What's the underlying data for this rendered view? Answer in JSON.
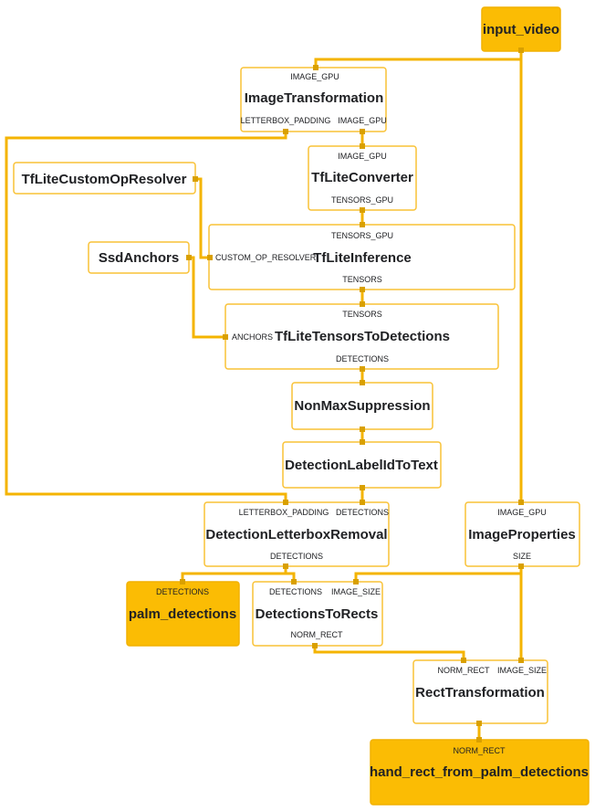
{
  "nodes": [
    {
      "id": "input_video",
      "title": "input_video",
      "kind": "io",
      "ports": []
    },
    {
      "id": "image_transformation",
      "title": "ImageTransformation",
      "kind": "calc",
      "ports": [
        {
          "id": "it_in",
          "label": "IMAGE_GPU"
        },
        {
          "id": "it_lp",
          "label": "LETTERBOX_PADDING"
        },
        {
          "id": "it_out",
          "label": "IMAGE_GPU"
        }
      ]
    },
    {
      "id": "tflite_custom_op_resolver",
      "title": "TfLiteCustomOpResolver",
      "kind": "calc",
      "ports": []
    },
    {
      "id": "tflite_converter",
      "title": "TfLiteConverter",
      "kind": "calc",
      "ports": [
        {
          "id": "tc_in",
          "label": "IMAGE_GPU"
        },
        {
          "id": "tc_out",
          "label": "TENSORS_GPU"
        }
      ]
    },
    {
      "id": "ssd_anchors",
      "title": "SsdAnchors",
      "kind": "calc",
      "ports": []
    },
    {
      "id": "tflite_inference",
      "title": "TfLiteInference",
      "kind": "calc",
      "ports": [
        {
          "id": "ti_in",
          "label": "TENSORS_GPU"
        },
        {
          "id": "ti_res",
          "label": "CUSTOM_OP_RESOLVER"
        },
        {
          "id": "ti_out",
          "label": "TENSORS"
        }
      ]
    },
    {
      "id": "tflite_tensors_to_detections",
      "title": "TfLiteTensorsToDetections",
      "kind": "calc",
      "ports": [
        {
          "id": "ttd_in",
          "label": "TENSORS"
        },
        {
          "id": "ttd_anc",
          "label": "ANCHORS"
        },
        {
          "id": "ttd_out",
          "label": "DETECTIONS"
        }
      ]
    },
    {
      "id": "non_max_suppression",
      "title": "NonMaxSuppression",
      "kind": "calc",
      "ports": []
    },
    {
      "id": "detection_label_id_to_text",
      "title": "DetectionLabelIdToText",
      "kind": "calc",
      "ports": []
    },
    {
      "id": "detection_letterbox_removal",
      "title": "DetectionLetterboxRemoval",
      "kind": "calc",
      "ports": [
        {
          "id": "dlr_lp",
          "label": "LETTERBOX_PADDING"
        },
        {
          "id": "dlr_det",
          "label": "DETECTIONS"
        },
        {
          "id": "dlr_out",
          "label": "DETECTIONS"
        }
      ]
    },
    {
      "id": "image_properties",
      "title": "ImageProperties",
      "kind": "calc",
      "ports": [
        {
          "id": "ip_in",
          "label": "IMAGE_GPU"
        },
        {
          "id": "ip_out",
          "label": "SIZE"
        }
      ]
    },
    {
      "id": "palm_detections",
      "title": "palm_detections",
      "kind": "io",
      "ports": [
        {
          "id": "pd_in",
          "label": "DETECTIONS"
        }
      ]
    },
    {
      "id": "detections_to_rects",
      "title": "DetectionsToRects",
      "kind": "calc",
      "ports": [
        {
          "id": "dtr_det",
          "label": "DETECTIONS"
        },
        {
          "id": "dtr_size",
          "label": "IMAGE_SIZE"
        },
        {
          "id": "dtr_out",
          "label": "NORM_RECT"
        }
      ]
    },
    {
      "id": "rect_transformation",
      "title": "RectTransformation",
      "kind": "calc",
      "ports": [
        {
          "id": "rt_rect",
          "label": "NORM_RECT"
        },
        {
          "id": "rt_size",
          "label": "IMAGE_SIZE"
        }
      ]
    },
    {
      "id": "hand_rect_from_palm_detections",
      "title": "hand_rect_from_palm_detections",
      "kind": "io",
      "ports": [
        {
          "id": "hr_in",
          "label": "NORM_RECT"
        }
      ]
    }
  ],
  "edges": [
    {
      "id": "e1",
      "from": "input_video",
      "to": "image_transformation.IMAGE_GPU"
    },
    {
      "id": "e2",
      "from": "input_video",
      "to": "image_properties.IMAGE_GPU"
    },
    {
      "id": "e3",
      "from": "image_transformation.IMAGE_GPU",
      "to": "tflite_converter.IMAGE_GPU"
    },
    {
      "id": "e4",
      "from": "image_transformation.LETTERBOX_PADDING",
      "to": "detection_letterbox_removal.LETTERBOX_PADDING"
    },
    {
      "id": "e5",
      "from": "tflite_converter.TENSORS_GPU",
      "to": "tflite_inference.TENSORS_GPU"
    },
    {
      "id": "e6",
      "from": "tflite_custom_op_resolver",
      "to": "tflite_inference.CUSTOM_OP_RESOLVER"
    },
    {
      "id": "e7",
      "from": "tflite_inference.TENSORS",
      "to": "tflite_tensors_to_detections.TENSORS"
    },
    {
      "id": "e8",
      "from": "ssd_anchors",
      "to": "tflite_tensors_to_detections.ANCHORS"
    },
    {
      "id": "e9",
      "from": "tflite_tensors_to_detections.DETECTIONS",
      "to": "non_max_suppression"
    },
    {
      "id": "e10",
      "from": "non_max_suppression",
      "to": "detection_label_id_to_text"
    },
    {
      "id": "e11",
      "from": "detection_label_id_to_text",
      "to": "detection_letterbox_removal.DETECTIONS"
    },
    {
      "id": "e12",
      "from": "detection_letterbox_removal.DETECTIONS",
      "to": "palm_detections.DETECTIONS"
    },
    {
      "id": "e13",
      "from": "detection_letterbox_removal.DETECTIONS",
      "to": "detections_to_rects.DETECTIONS"
    },
    {
      "id": "e14",
      "from": "image_properties.SIZE",
      "to": "detections_to_rects.IMAGE_SIZE"
    },
    {
      "id": "e15",
      "from": "image_properties.SIZE",
      "to": "rect_transformation.IMAGE_SIZE"
    },
    {
      "id": "e16",
      "from": "detections_to_rects.NORM_RECT",
      "to": "rect_transformation.NORM_RECT"
    },
    {
      "id": "e17",
      "from": "rect_transformation",
      "to": "hand_rect_from_palm_detections.NORM_RECT"
    }
  ],
  "colors": {
    "edge": "#f4b400",
    "port": "#d9a000",
    "node_border": "#f9c237",
    "io_fill": "#fbbc04",
    "text": "#202124"
  }
}
